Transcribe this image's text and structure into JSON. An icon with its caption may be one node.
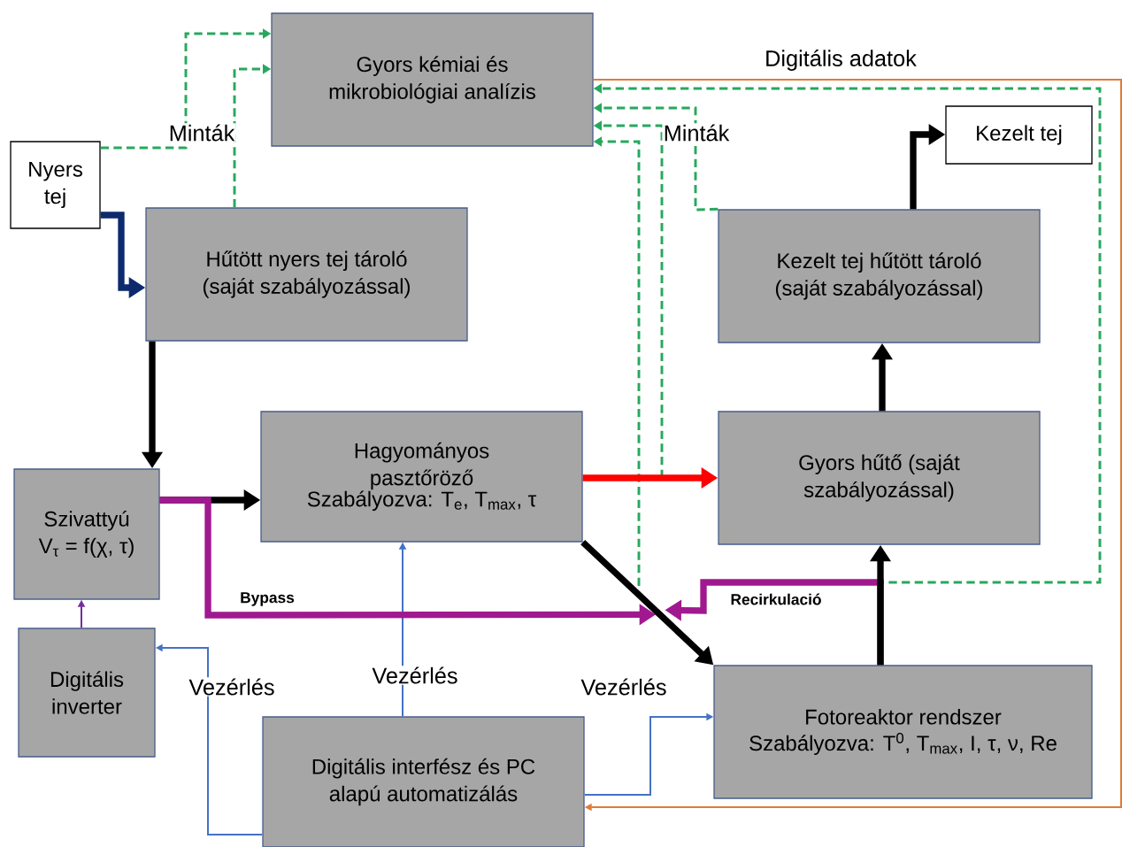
{
  "diagram": {
    "nodes": [
      {
        "text": [
          "Gyors kémiai és mikrobiológiai analízis"
        ]
      },
      {
        "text": [
          "Nyers tej"
        ]
      },
      {
        "text": [
          "Kezelt tej"
        ]
      },
      {
        "text": [
          "Hűtött nyers tej tároló (saját szabályozással)"
        ]
      },
      {
        "text": [
          "Kezelt tej hűtött tároló (saját szabályozással)"
        ]
      },
      {
        "text": [
          "Szivattyú",
          "V$_{τ}$ = f(χ, τ)"
        ]
      },
      {
        "text": [
          "Hagyományos pasztőröző",
          "Szabályozva: T$_{e}$, T$_{max}$, τ"
        ]
      },
      {
        "text": [
          "Gyors hűtő (saját szabályozással)"
        ]
      },
      {
        "text": [
          "Digitális inverter"
        ]
      },
      {
        "text": [
          "Fotoreaktor rendszer",
          "Szabályozva: T$^{0}$, T$_{max}$, I, τ, ν, Re"
        ]
      },
      {
        "text": [
          "Digitális interfész és PC alapú automatizálás"
        ]
      }
    ],
    "edges": [
      {
        "from": 1,
        "to": 0,
        "arrow": "to",
        "label": "Minták",
        "style": "dashed",
        "color": "#27a85e"
      },
      {
        "from": 3,
        "to": 0,
        "arrow": "to",
        "style": "dashed",
        "color": "#27a85e"
      },
      {
        "from": 4,
        "to": 0,
        "arrow": "to",
        "label": "Minták",
        "style": "dashed",
        "color": "#27a85e"
      },
      {
        "from": null,
        "to": 0,
        "arrow": "to",
        "style": "dashed",
        "color": "#27a85e"
      },
      {
        "from": null,
        "to": 0,
        "arrow": "to",
        "style": "dashed",
        "color": "#27a85e"
      },
      {
        "from": 9,
        "to": 0,
        "arrow": "to",
        "style": "dashed",
        "color": "#27a85e"
      },
      {
        "from": 0,
        "to": 10,
        "arrow": "to",
        "label": "Digitális adatok",
        "color": "#e07b39"
      },
      {
        "from": 10,
        "to": 8,
        "arrow": "to",
        "label": "Vezérlés",
        "color": "#4472c4"
      },
      {
        "from": 10,
        "to": 6,
        "arrow": "to",
        "label": "Vezérlés",
        "color": "#4472c4"
      },
      {
        "from": 10,
        "to": 9,
        "arrow": "to",
        "label": "Vezérlés",
        "color": "#4472c4"
      },
      {
        "from": 8,
        "to": 5,
        "arrow": "to",
        "color": "#7030a0"
      },
      {
        "from": 1,
        "to": 3,
        "arrow": "to",
        "style": "thick",
        "color": "#0d2a6e"
      },
      {
        "from": 3,
        "to": 5,
        "arrow": "to",
        "style": "thick",
        "color": "#000000"
      },
      {
        "from": 5,
        "to": 6,
        "arrow": "to",
        "style": "thick",
        "color": "#000000"
      },
      {
        "from": 5,
        "to": 9,
        "arrow": "to",
        "label": "Bypass",
        "style": "thick",
        "color": "#a0198f"
      },
      {
        "from": 9,
        "to": 9,
        "arrow": "to",
        "label": "Recirkulació",
        "style": "thick",
        "color": "#a0198f"
      },
      {
        "from": 6,
        "to": 9,
        "arrow": "to",
        "style": "thick",
        "color": "#000000"
      },
      {
        "from": 6,
        "to": 7,
        "arrow": "to",
        "style": "thick",
        "color": "#ff0000"
      },
      {
        "from": 9,
        "to": 7,
        "arrow": "to",
        "style": "thick",
        "color": "#000000"
      },
      {
        "from": 7,
        "to": 4,
        "arrow": "to",
        "style": "thick",
        "color": "#000000"
      },
      {
        "from": 4,
        "to": 2,
        "arrow": "to",
        "style": "thick",
        "color": "#000000"
      }
    ]
  }
}
